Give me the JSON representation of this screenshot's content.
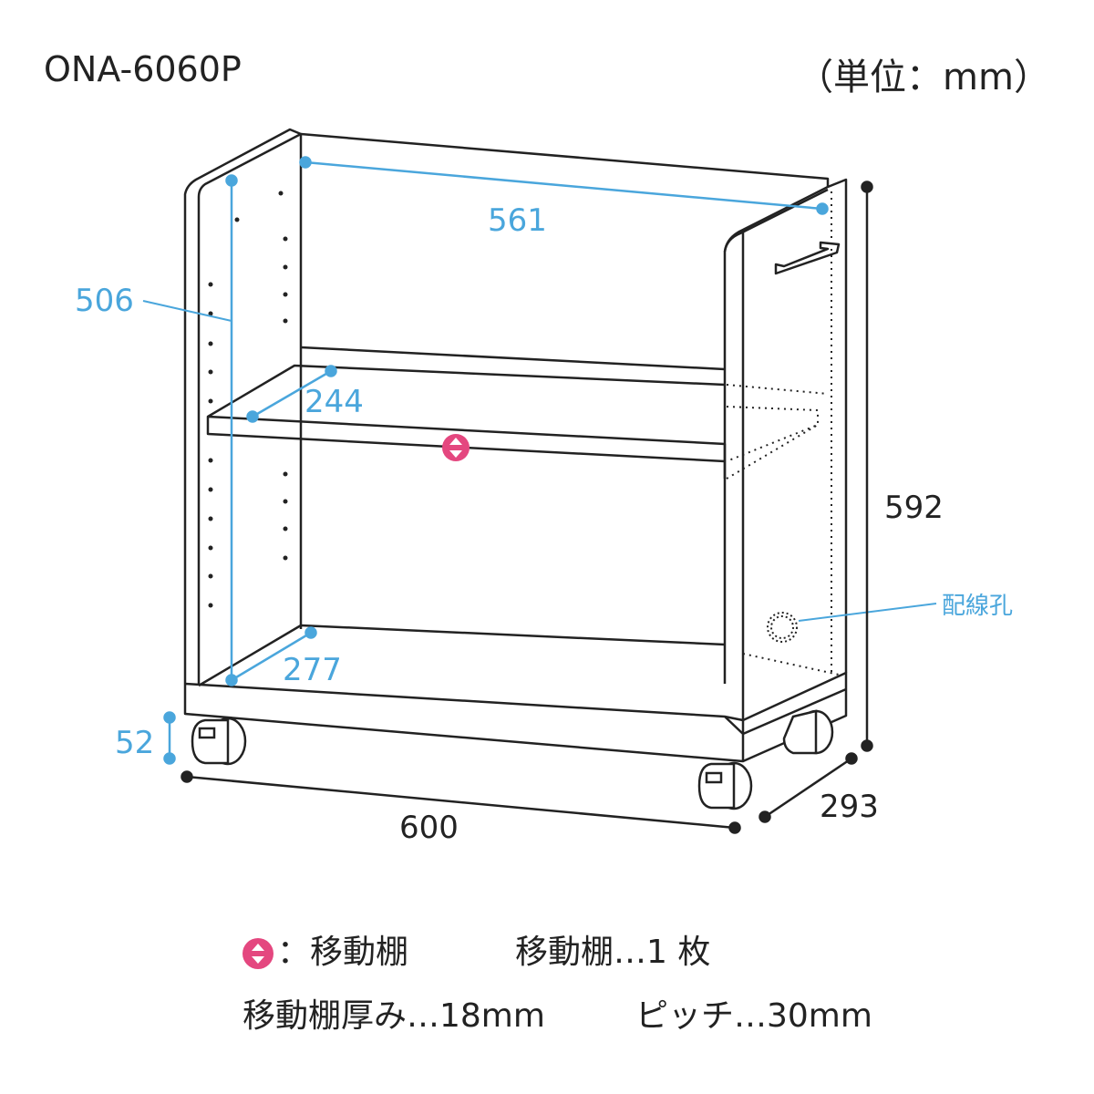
{
  "header": {
    "model": "ONA-6060P",
    "unit": "（単位：mm）"
  },
  "dimensions": {
    "inner_width": "561",
    "inner_height": "506",
    "shelf_depth": "244",
    "bottom_depth": "277",
    "caster_height": "52",
    "total_width": "600",
    "total_depth": "293",
    "total_height": "592"
  },
  "labels": {
    "cable_hole": "配線孔"
  },
  "notes": {
    "legend_text": "：移動棚",
    "shelf_count": "移動棚…1 枚",
    "shelf_thickness": "移動棚厚み…18mm",
    "pitch": "ピッチ…30mm"
  },
  "colors": {
    "dimension": "#4aa6dc",
    "line": "#222222",
    "marker": "#e4477f"
  }
}
